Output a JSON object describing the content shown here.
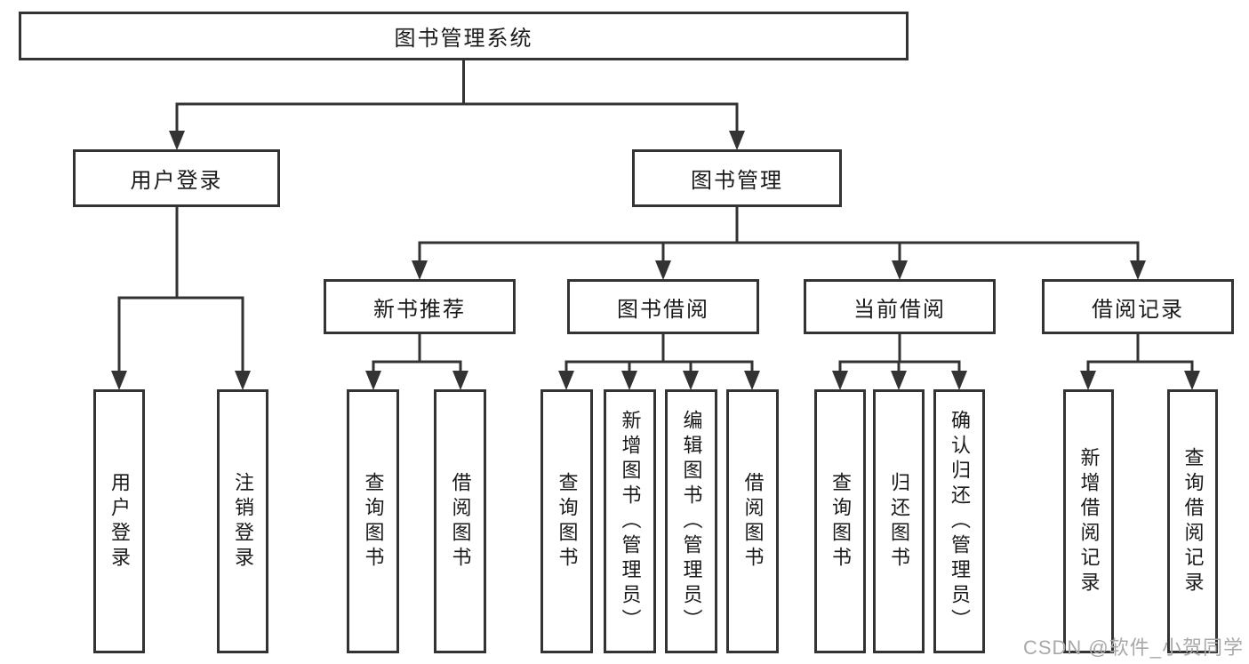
{
  "diagram": {
    "root": {
      "label": "图书管理系统"
    },
    "level2": {
      "user_login": {
        "label": "用户登录"
      },
      "book_management": {
        "label": "图书管理"
      }
    },
    "level3": {
      "new_book_recommend": {
        "label": "新书推荐"
      },
      "book_borrow": {
        "label": "图书借阅"
      },
      "current_borrow": {
        "label": "当前借阅"
      },
      "borrow_records": {
        "label": "借阅记录"
      }
    },
    "leaves": {
      "user_login": {
        "label": "用户登录"
      },
      "logout": {
        "label": "注销登录"
      },
      "rec_query_books": {
        "label": "查询图书"
      },
      "rec_borrow_books": {
        "label": "借阅图书"
      },
      "bb_query_books": {
        "label": "查询图书"
      },
      "bb_add_books_admin": {
        "label": "新增图书（管理员）"
      },
      "bb_edit_books_admin": {
        "label": "编辑图书（管理员）"
      },
      "bb_borrow_books": {
        "label": "借阅图书"
      },
      "cb_query_books": {
        "label": "查询图书"
      },
      "cb_return_books": {
        "label": "归还图书"
      },
      "cb_confirm_return_admin": {
        "label": "确认归还（管理员）"
      },
      "br_add_record": {
        "label": "新增借阅记录"
      },
      "br_query_record": {
        "label": "查询借阅记录"
      }
    },
    "watermark": "CSDN @软件_小贺同学",
    "colors": {
      "line": "#333333",
      "box_border": "#333333",
      "box_fill": "#ffffff",
      "text": "#1a1a1a",
      "watermark": "#a9a9a9"
    }
  }
}
